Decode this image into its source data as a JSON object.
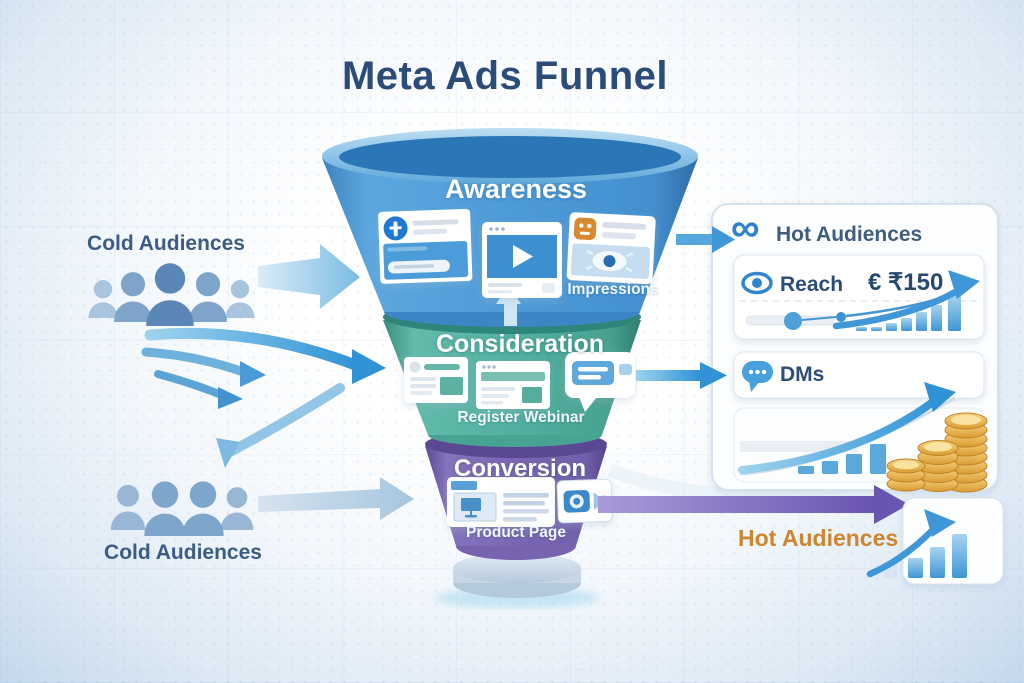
{
  "title": "Meta Ads Funnel",
  "left_side": {
    "top_audience": {
      "label": "Cold Audiences"
    },
    "bottom_audience": {
      "label": "Cold Audiences"
    }
  },
  "funnel": {
    "stages": [
      {
        "name": "Awareness",
        "tag": "Impressions",
        "color": "#4493d3",
        "content_icons": [
          "facebook-post-ad-card",
          "video-ad-card",
          "impressions-eye-card"
        ]
      },
      {
        "name": "Consideration",
        "tag": "Register Webinar",
        "color": "#4ca89a",
        "content_icons": [
          "landing-page-card",
          "webform-card",
          "chat-message-card"
        ]
      },
      {
        "name": "Conversion",
        "tag": "Product Page",
        "color": "#7763b0",
        "content_icons": [
          "product-page-card",
          "video-camera-card"
        ]
      }
    ]
  },
  "right_panel": {
    "header": {
      "label": "Hot Audiences",
      "logo_glyph": "∞",
      "logo_icon": "meta-logo"
    },
    "reach_card": {
      "label": "Reach",
      "value": "€ ₹150",
      "icon": "eye-icon",
      "chart_icon": "rising-bars-arrow"
    },
    "dms_card": {
      "label": "DMs",
      "icon": "chat-bubble-icon"
    },
    "growth_card": {
      "icon": "rising-bars-with-gold-coins"
    },
    "bottom_label": "Hot Audiences",
    "bottom_chart_icon": "rising-bars-arrow"
  },
  "colors": {
    "title_text": "#2b4c79",
    "awareness_blue": "#4493d3",
    "consideration_teal": "#4ca89a",
    "conversion_purple": "#7763b0",
    "audience_text": "#3c5c85",
    "hot_label_orange": "#ce8530",
    "meta_blue": "#2f7fd4",
    "coin_gold": "#e8b04a",
    "arrow_blue": "#3f97d8"
  }
}
